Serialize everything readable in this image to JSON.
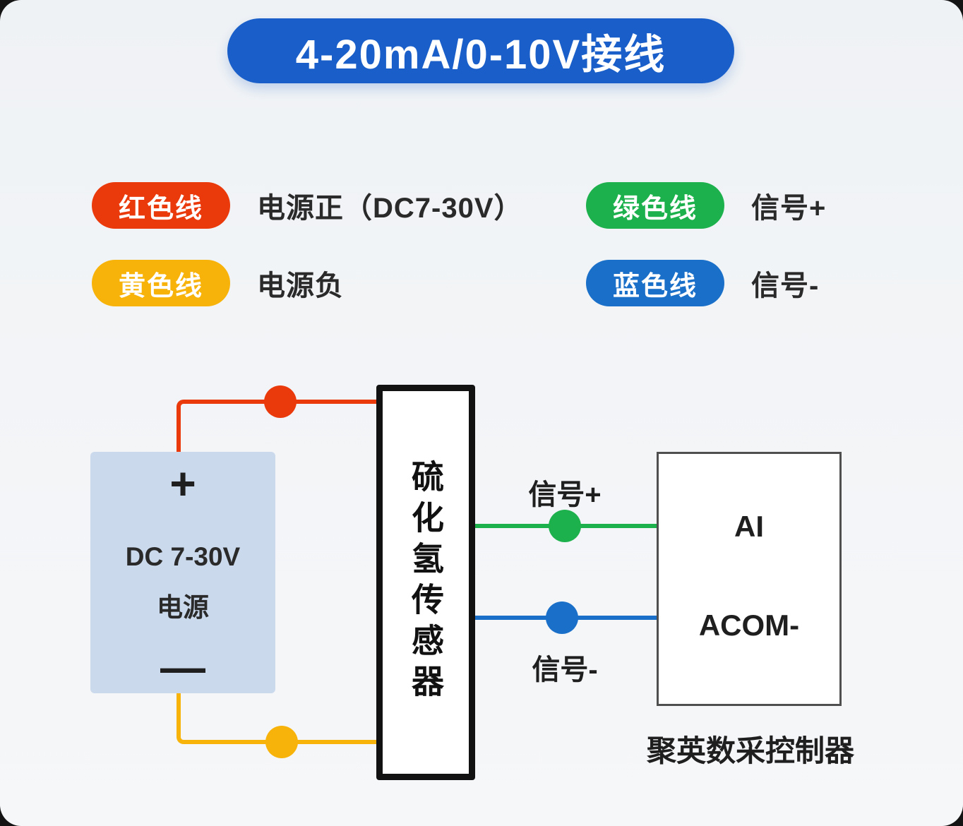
{
  "title": "4-20mA/0-10V接线",
  "legend": [
    {
      "label": "红色线",
      "desc": "电源正（DC7-30V）",
      "color": "#ea3a0c"
    },
    {
      "label": "黄色线",
      "desc": "电源负",
      "color": "#f7b30a"
    },
    {
      "label": "绿色线",
      "desc": "信号+",
      "color": "#1db14d"
    },
    {
      "label": "蓝色线",
      "desc": "信号-",
      "color": "#1a70c9"
    }
  ],
  "diagram": {
    "power_box": {
      "plus": "+",
      "line1": "DC 7-30V",
      "line2": "电源",
      "minus": "—"
    },
    "sensor_label": "硫化氢传感器",
    "signal_plus_label": "信号+",
    "signal_minus_label": "信号-",
    "controller": {
      "input1": "AI",
      "input2": "ACOM-",
      "caption": "聚英数采控制器"
    }
  },
  "colors": {
    "title_bg": "#1a5fc9",
    "red_wire": "#ea3a0c",
    "yellow_wire": "#f7b30a",
    "green_wire": "#1db14d",
    "blue_wire": "#1a70c9",
    "power_box_fill": "#cbd9ec",
    "background": "#f2f4f6"
  }
}
